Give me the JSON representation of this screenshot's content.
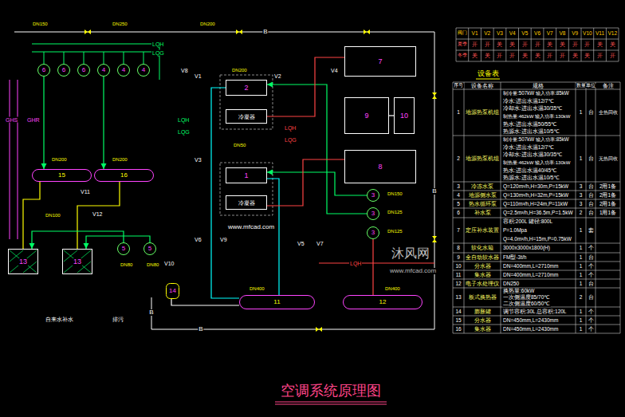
{
  "diagram": {
    "title": "空调系统原理图",
    "nodes": [
      {
        "text": [
          "2"
        ]
      },
      {
        "text": [
          "冷凝器"
        ]
      },
      {
        "text": [
          "1"
        ]
      },
      {
        "text": [
          "冷凝器"
        ]
      },
      {
        "text": [
          "7"
        ]
      },
      {
        "text": [
          "9"
        ]
      },
      {
        "text": [
          "10"
        ]
      },
      {
        "text": [
          "8"
        ]
      },
      {
        "text": [
          "3"
        ]
      },
      {
        "text": [
          "3"
        ]
      },
      {
        "text": [
          "3"
        ]
      },
      {
        "text": [
          "6"
        ]
      },
      {
        "text": [
          "6"
        ]
      },
      {
        "text": [
          "6"
        ]
      },
      {
        "text": [
          "4"
        ]
      },
      {
        "text": [
          "4"
        ]
      },
      {
        "text": [
          "4"
        ]
      },
      {
        "text": [
          "15"
        ]
      },
      {
        "text": [
          "16"
        ]
      },
      {
        "text": [
          "13"
        ]
      },
      {
        "text": [
          "13"
        ]
      },
      {
        "text": [
          "5"
        ]
      },
      {
        "text": [
          "5"
        ]
      },
      {
        "text": [
          "14"
        ]
      },
      {
        "text": [
          "11"
        ]
      },
      {
        "text": [
          "12"
        ]
      }
    ],
    "edges": [
      {
        "from": 0,
        "to": 24,
        "arrow": "none"
      },
      {
        "from": 2,
        "to": 24,
        "arrow": "none"
      },
      {
        "from": 8,
        "to": 2,
        "arrow": "to"
      },
      {
        "from": 9,
        "to": 0,
        "arrow": "to"
      },
      {
        "from": 1,
        "to": 4,
        "arrow": "none"
      },
      {
        "from": 3,
        "to": 7,
        "arrow": "none"
      },
      {
        "from": 5,
        "to": 6,
        "arrow": "none"
      },
      {
        "from": 11,
        "to": 17,
        "arrow": "to"
      },
      {
        "from": 14,
        "to": 18,
        "arrow": "to"
      },
      {
        "from": 17,
        "to": 19,
        "arrow": "none"
      },
      {
        "from": 18,
        "to": 20,
        "arrow": "none"
      },
      {
        "from": 21,
        "to": 19,
        "arrow": "to"
      },
      {
        "from": 22,
        "to": 20,
        "arrow": "to"
      },
      {
        "from": 23,
        "to": 24,
        "arrow": "none"
      },
      {
        "from": 10,
        "to": 25,
        "arrow": "none"
      }
    ],
    "labels": [
      "阀门",
      "V1",
      "V2",
      "V3",
      "V4",
      "V5",
      "V6",
      "V7",
      "V8",
      "V9",
      "V10",
      "V11",
      "V12",
      "夏季",
      "开",
      "开",
      "关",
      "关",
      "开",
      "开",
      "关",
      "关",
      "开",
      "开",
      "关",
      "关",
      "冬季",
      "关",
      "关",
      "开",
      "开",
      "关",
      "关",
      "开",
      "开",
      "关",
      "关",
      "开",
      "开",
      "设备表",
      "序号",
      "设备名称",
      "规格",
      "数量",
      "单位",
      "备注",
      "1",
      "地源热泵机组",
      "制冷量:507kW 输入功率:85kW",
      "冷水:进出水温12/7℃",
      "冷却水:进出水温30/35℃",
      "制热量:462kW 输入功率:130kW",
      "热水:进出水温50/55℃",
      "热源水:进出水温10/5℃",
      "1",
      "台",
      "全热回收",
      "2",
      "地源热泵机组",
      "制冷量:507kW 输入功率:85kW",
      "冷水:进出水温12/7℃",
      "冷却水:进出水温30/35℃",
      "制热量:462kW 输入功率:130kW",
      "热水:进出水温40/45℃",
      "热源水:进出水温10/5℃",
      "1",
      "台",
      "无热回收",
      "3",
      "冷冻水泵",
      "Q=120m³/h,H=30m,P=15kW",
      "3",
      "台",
      "2用1备",
      "4",
      "地源侧水泵",
      "Q=130m³/h,H=32m,P=15kW",
      "3",
      "台",
      "2用1备",
      "5",
      "热水循环泵",
      "Q=110m³/h,H=24m,P=11kW",
      "3",
      "台",
      "2用1备",
      "6",
      "补水泵",
      "Q=2.5m³/h,H=36.5m,P=1.5kW",
      "2",
      "台",
      "1用1备",
      "7",
      "定压补水装置",
      "容积:200L 罐径:800L",
      "P=1.0Mpa",
      "Q=4.0m³/h,H=15m,P=0.75kW",
      "1",
      "套",
      "8",
      "软化水箱",
      "3000x3000x1800(H)",
      "1",
      "个",
      "9",
      "全自动软水器",
      "FM型-3t/h",
      "1",
      "台",
      "10",
      "分水器",
      "DN=400mm,L=2710mm",
      "1",
      "个",
      "11",
      "集水器",
      "DN=400mm,L=2710mm",
      "1",
      "个",
      "12",
      "电子水处理仪",
      "DN250",
      "1",
      "台",
      "13",
      "板式换热器",
      "换热量:60kW",
      "一次侧温度85/70℃",
      "二次侧温度60/50℃",
      "2",
      "台",
      "14",
      "膨胀罐",
      "调节容积:30L 总容积:120L",
      "1",
      "个",
      "15",
      "分水器",
      "DN=450mm,L=2430mm",
      "1",
      "个",
      "16",
      "集水器",
      "DN=450mm,L=2430mm",
      "1",
      "个",
      "B",
      "LQH",
      "LQG",
      "B",
      "B",
      "B",
      "LQH",
      "GHS",
      "GHR",
      "LQH",
      "LQG",
      "LQH",
      "LQG",
      "V1",
      "V2",
      "V3",
      "V4",
      "V5",
      "V6",
      "V7",
      "V8",
      "V9",
      "V10",
      "V11",
      "V12",
      "DN150",
      "DN250",
      "DN200",
      "DN200",
      "DN150",
      "DN125",
      "DN125",
      "DN200",
      "DN200",
      "DN100",
      "DN80",
      "DN80",
      "DN400",
      "DN400",
      "DN50",
      "自来水补水",
      "排污",
      "沐风网",
      "www.mfcad.com",
      "www.mfcad.com"
    ]
  }
}
